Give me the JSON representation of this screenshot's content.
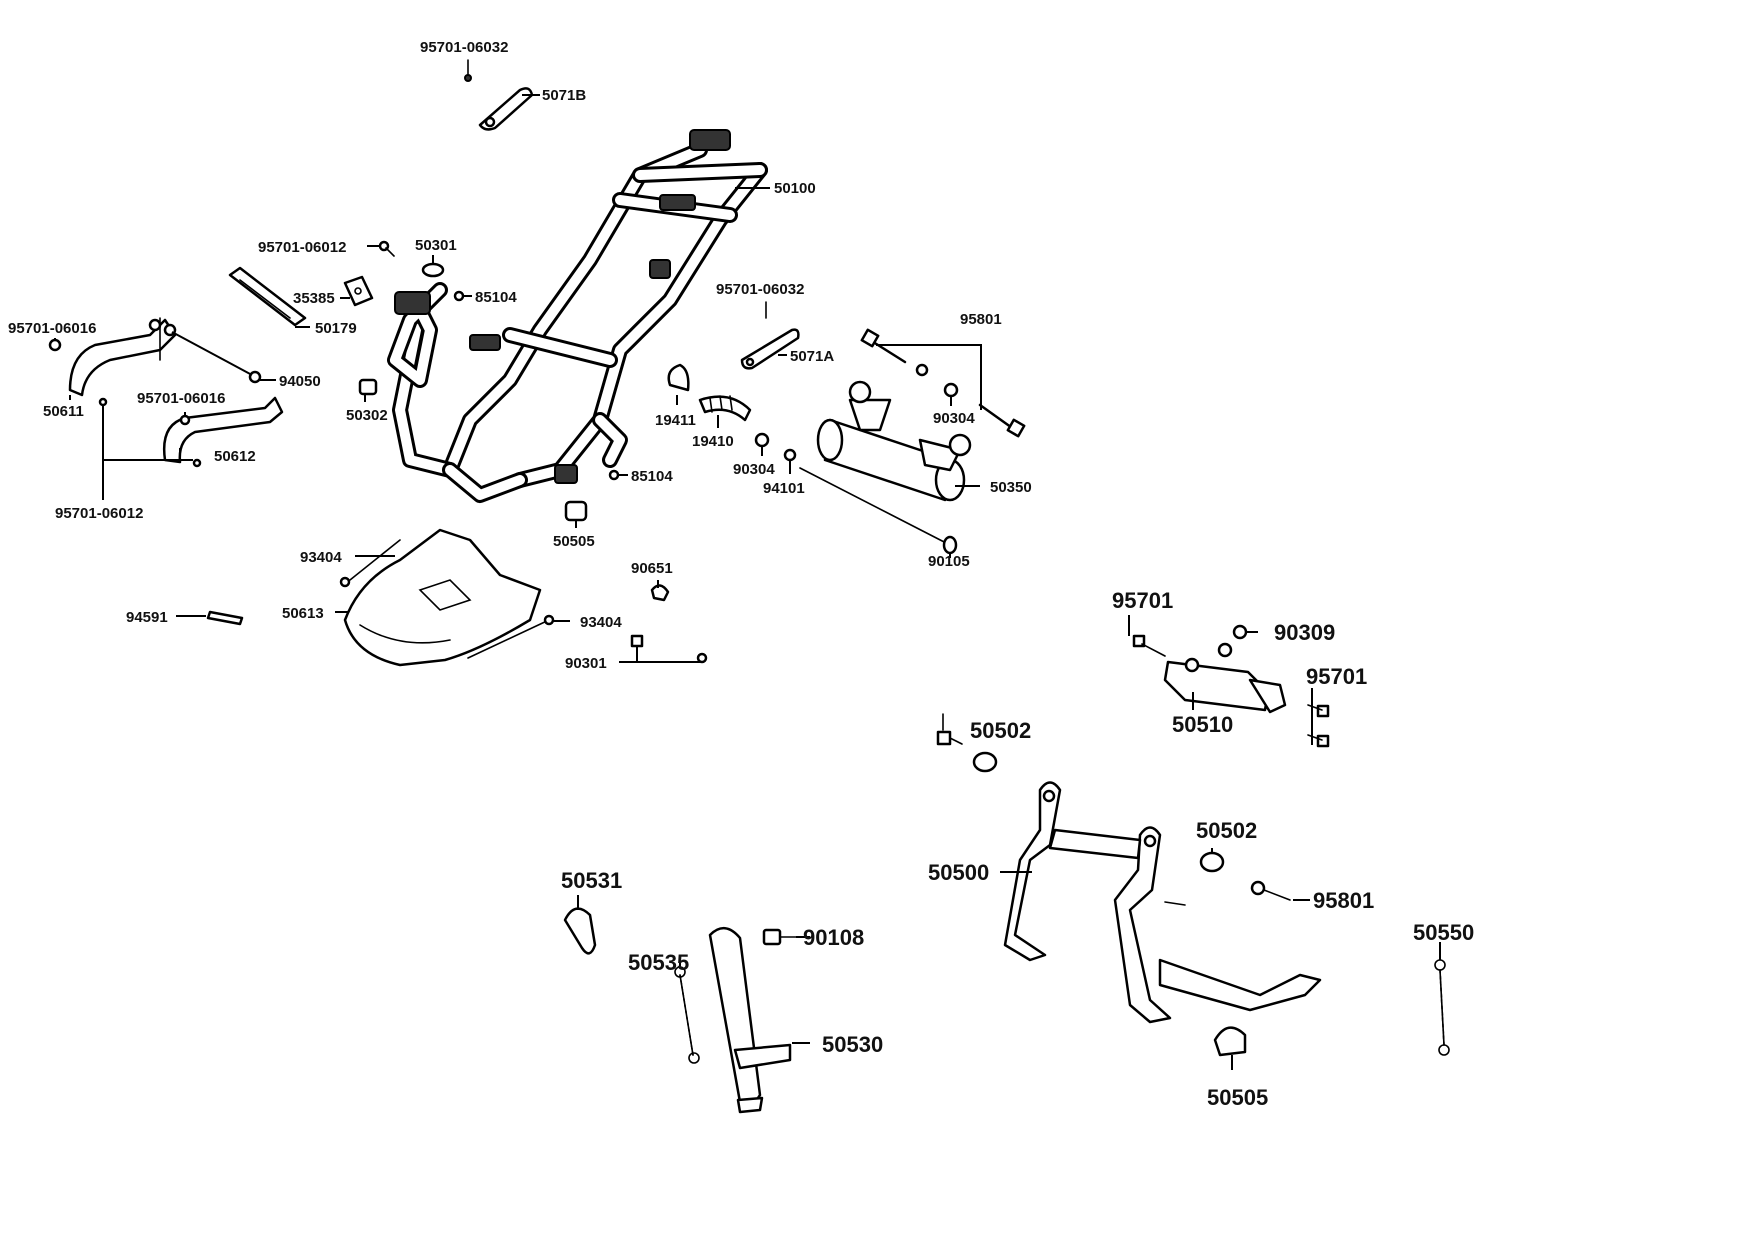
{
  "diagram": {
    "labels": {
      "l_95701_06032_top": "95701-06032",
      "l_5071B": "5071B",
      "l_50100": "50100",
      "l_95701_06012_a": "95701-06012",
      "l_50301": "50301",
      "l_35385": "35385",
      "l_85104_a": "85104",
      "l_50179": "50179",
      "l_95701_06016_a": "95701-06016",
      "l_94050": "94050",
      "l_95701_06016_b": "95701-06016",
      "l_50611": "50611",
      "l_50302": "50302",
      "l_50612": "50612",
      "l_95701_06012_b": "95701-06012",
      "l_85104_b": "85104",
      "l_50505_a": "50505",
      "l_95701_06032_mid": "95701-06032",
      "l_5071A": "5071A",
      "l_95801_a": "95801",
      "l_19411": "19411",
      "l_19410": "19410",
      "l_90304_a": "90304",
      "l_90304_b": "90304",
      "l_94101": "94101",
      "l_50350": "50350",
      "l_90105": "90105",
      "l_93404_a": "93404",
      "l_90651": "90651",
      "l_94591": "94591",
      "l_50613": "50613",
      "l_93404_b": "93404",
      "l_90301": "90301",
      "l_95701_a": "95701",
      "l_90309": "90309",
      "l_95701_b": "95701",
      "l_50510": "50510",
      "l_50502_a": "50502",
      "l_50502_b": "50502",
      "l_50500": "50500",
      "l_95801_b": "95801",
      "l_50531": "50531",
      "l_90108": "90108",
      "l_50535": "50535",
      "l_50530": "50530",
      "l_50550": "50550",
      "l_50505_b": "50505"
    }
  }
}
